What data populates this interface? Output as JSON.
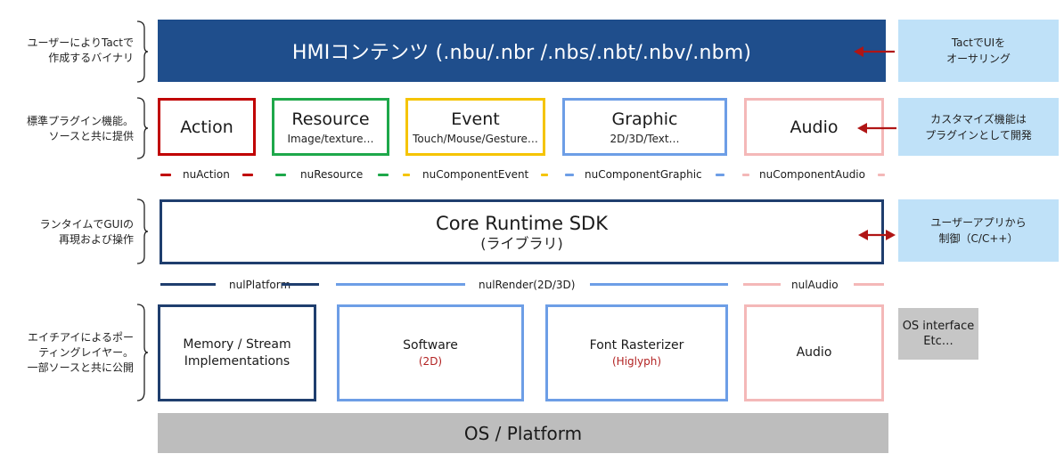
{
  "left_notes": {
    "hmi": [
      "ユーザーによりTactで",
      "作成するバイナリ"
    ],
    "plugins": [
      "標準プラグイン機能。",
      "ソースと共に提供"
    ],
    "runtime": [
      "ランタイムでGUIの",
      "再現および操作"
    ],
    "porting": [
      "エイチアイによるポー",
      "ティングレイヤー。",
      "一部ソースと共に公開"
    ]
  },
  "hmi": {
    "label": "HMIコンテンツ (.nbu/.nbr /.nbs/.nbt/.nbv/.nbm)"
  },
  "plugins": [
    {
      "title": "Action",
      "subtitle": "",
      "color": "#c00000"
    },
    {
      "title": "Resource",
      "subtitle": "Image/texture…",
      "color": "#1ea84a"
    },
    {
      "title": "Event",
      "subtitle": "Touch/Mouse/Gesture…",
      "color": "#f5c400"
    },
    {
      "title": "Graphic",
      "subtitle": "2D/3D/Text…",
      "color": "#6d9ee6"
    },
    {
      "title": "Audio",
      "subtitle": "",
      "color": "#f4b8b8"
    }
  ],
  "plugin_interfaces": [
    "nuAction",
    "nuResource",
    "nuComponentEvent",
    "nuComponentGraphic",
    "nuComponentAudio"
  ],
  "core": {
    "title": "Core Runtime SDK",
    "subtitle": "(ライブラリ)"
  },
  "platform_interfaces": [
    "nulPlatform",
    "nulRender(2D/3D)",
    "nulAudio"
  ],
  "porting": [
    {
      "title": "Memory / Stream Implementations",
      "subtitle": "",
      "color": "#1f3e6e"
    },
    {
      "title": "Software",
      "subtitle": "(2D)",
      "color": "#6d9ee6"
    },
    {
      "title": "Font Rasterizer",
      "subtitle": "(Higlyph)",
      "color": "#6d9ee6"
    },
    {
      "title": "Audio",
      "subtitle": "",
      "color": "#f4b8b8"
    }
  ],
  "os_interface": [
    "OS interface",
    "Etc…"
  ],
  "os_platform": {
    "label": "OS / Platform"
  },
  "callouts": {
    "authoring": [
      "TactでUIを",
      "オーサリング"
    ],
    "customize": [
      "カスタマイズ機能は",
      "プラグインとして開発"
    ],
    "control": [
      "ユーザーアプリから",
      "制御（C/C++）"
    ]
  },
  "colors": {
    "hmi_bg": "#1f4e8c",
    "core_border": "#1f3e6e",
    "arrow": "#b01515",
    "callout_bg": "#bfe1f8",
    "os_bg": "#bdbdbd"
  }
}
